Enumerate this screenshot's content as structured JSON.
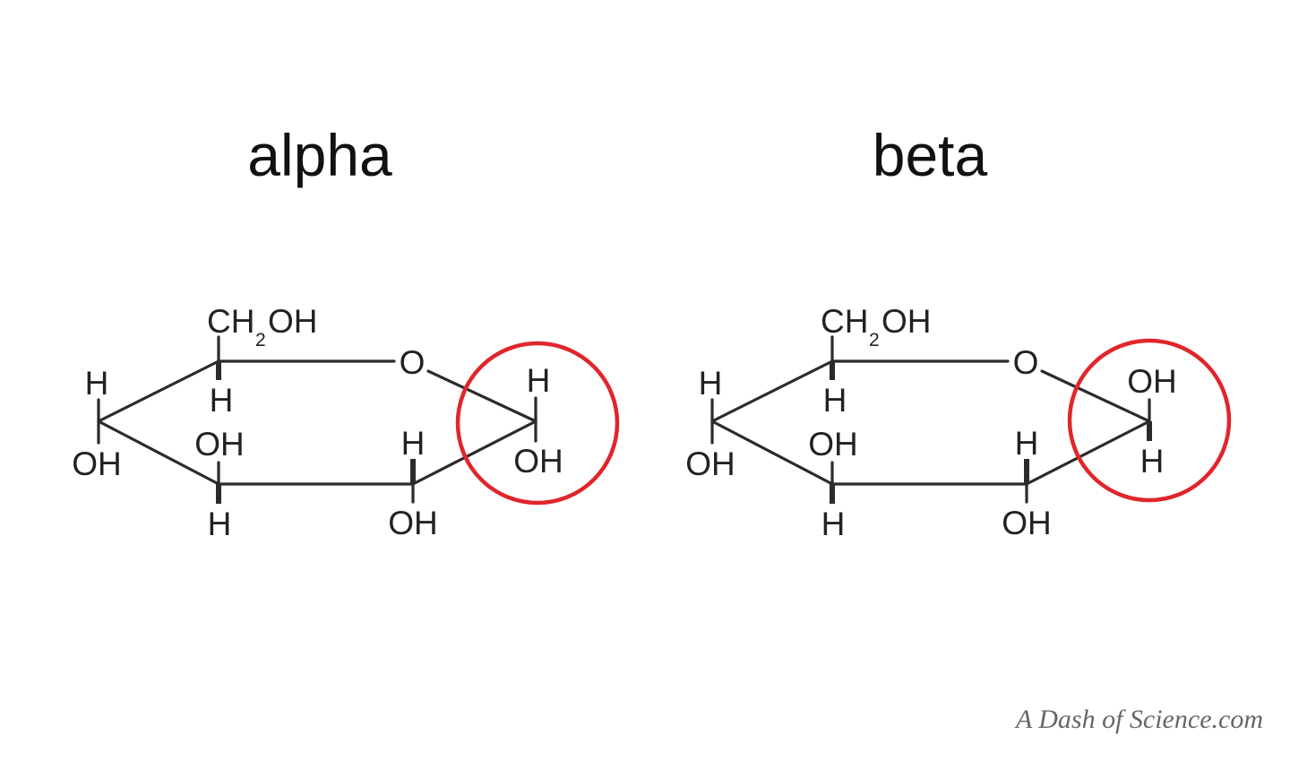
{
  "structures": [
    {
      "title": "alpha",
      "labels": {
        "ch2oh_ch": "CH",
        "ch2oh_sub": "2",
        "ch2oh_oh": "OH",
        "ring_o": "O",
        "c4_h_top": "H",
        "c4_oh_bottom": "OH",
        "c5_h_below": "H",
        "c3_oh_top": "OH",
        "c3_h_bottom": "H",
        "c2_h_top": "H",
        "c2_oh_bottom": "OH",
        "c1_top": "H",
        "c1_bottom": "OH"
      }
    },
    {
      "title": "beta",
      "labels": {
        "ch2oh_ch": "CH",
        "ch2oh_sub": "2",
        "ch2oh_oh": "OH",
        "ring_o": "O",
        "c4_h_top": "H",
        "c4_oh_bottom": "OH",
        "c5_h_below": "H",
        "c3_oh_top": "OH",
        "c3_h_bottom": "H",
        "c2_h_top": "H",
        "c2_oh_bottom": "OH",
        "c1_top": "OH",
        "c1_bottom": "H"
      }
    }
  ],
  "highlight_color": "#e0262b",
  "credit": "A Dash of Science.com"
}
